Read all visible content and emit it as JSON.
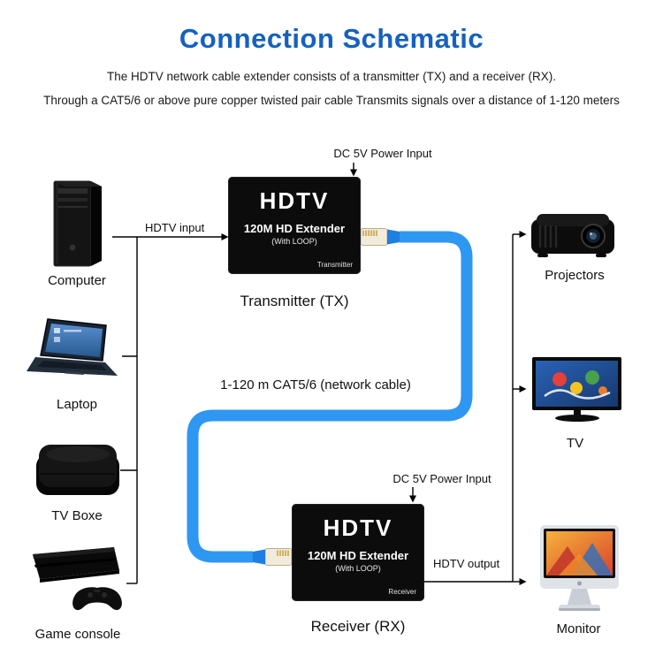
{
  "header": {
    "title": "Connection Schematic",
    "subtitle_line1": "The HDTV network cable extender consists of a transmitter (TX) and a receiver (RX).",
    "subtitle_line2": "Through a CAT5/6 or above pure copper twisted pair cable Transmits signals over a distance of 1-120 meters"
  },
  "annotations": {
    "tx_power": "DC 5V Power Input",
    "rx_power": "DC 5V Power Input",
    "hdtv_input": "HDTV input",
    "hdtv_output": "HDTV output",
    "cable": "1-120 m CAT5/6 (network cable)"
  },
  "source_devices": [
    {
      "id": "computer",
      "label": "Computer"
    },
    {
      "id": "laptop",
      "label": "Laptop"
    },
    {
      "id": "tv-box",
      "label": "TV Boxe"
    },
    {
      "id": "game-console",
      "label": "Game console"
    }
  ],
  "output_devices": [
    {
      "id": "projectors",
      "label": "Projectors"
    },
    {
      "id": "tv",
      "label": "TV"
    },
    {
      "id": "monitor",
      "label": "Monitor"
    }
  ],
  "transmitter": {
    "brand": "HDTV",
    "model": "120M HD Extender",
    "variant": "(With LOOP)",
    "port_label": "Transmitter",
    "caption": "Transmitter (TX)"
  },
  "receiver": {
    "brand": "HDTV",
    "model": "120M HD Extender",
    "variant": "(With LOOP)",
    "port_label": "Receiver",
    "caption": "Receiver (RX)"
  },
  "colors": {
    "title_blue": "#1661be",
    "cable_blue": "#2e97f2",
    "connector_boot_blue": "#1d7fe0",
    "line_black": "#000000",
    "extender_box_black": "#0c0c0c"
  }
}
